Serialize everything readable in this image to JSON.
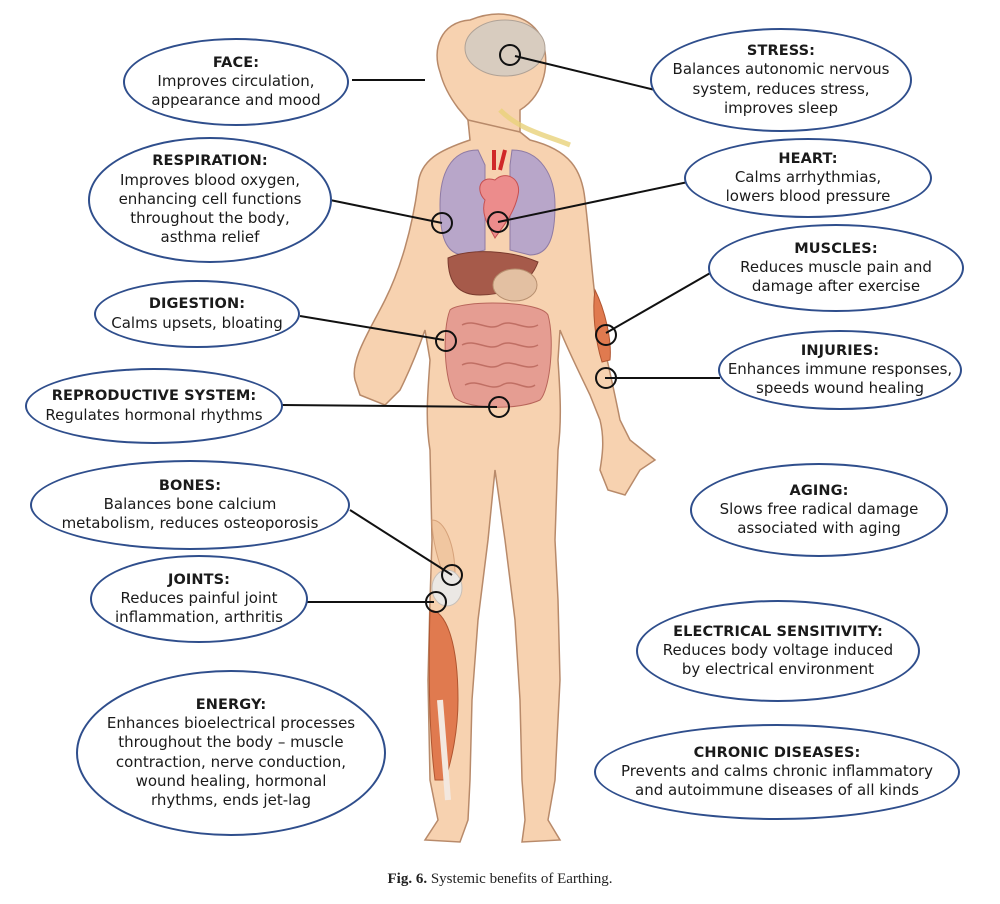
{
  "callouts": {
    "face": {
      "title": "FACE:",
      "text": "Improves circulation,\nappearance and mood"
    },
    "stress": {
      "title": "STRESS:",
      "text": "Balances autonomic nervous\nsystem, reduces stress,\nimproves sleep"
    },
    "respiration": {
      "title": "RESPIRATION:",
      "text": "Improves blood oxygen,\nenhancing cell functions\nthroughout the body,\nasthma relief"
    },
    "heart": {
      "title": "HEART:",
      "text": "Calms arrhythmias,\nlowers blood pressure"
    },
    "muscles": {
      "title": "MUSCLES:",
      "text": "Reduces muscle pain and\ndamage after exercise"
    },
    "digestion": {
      "title": "DIGESTION:",
      "text": "Calms upsets, bloating"
    },
    "injuries": {
      "title": "INJURIES:",
      "text": "Enhances immune responses,\nspeeds wound healing"
    },
    "reproductive": {
      "title": "REPRODUCTIVE SYSTEM:",
      "text": "Regulates hormonal rhythms"
    },
    "bones": {
      "title": "BONES:",
      "text": "Balances bone calcium\nmetabolism, reduces osteoporosis"
    },
    "aging": {
      "title": "AGING:",
      "text": "Slows free radical damage\nassociated with aging"
    },
    "joints": {
      "title": "JOINTS:",
      "text": "Reduces painful joint\ninflammation, arthritis"
    },
    "electrical": {
      "title": "ELECTRICAL SENSITIVITY:",
      "text": "Reduces body voltage induced\nby electrical environment"
    },
    "energy": {
      "title": "ENERGY:",
      "text": "Enhances bioelectrical processes\nthroughout the body – muscle\ncontraction, nerve conduction,\nwound healing, hormonal\nrhythms, ends jet-lag"
    },
    "chronic": {
      "title": "CHRONIC DISEASES:",
      "text": "Prevents and calms chronic inflammatory\nand autoimmune diseases of all kinds"
    }
  },
  "caption": {
    "label": "Fig. 6.",
    "text": "Systemic benefits of Earthing."
  },
  "colors": {
    "outline": "#2f4e8c",
    "skin": "#f7d2b0",
    "skin_edge": "#b88a6a",
    "lung": "#b8a6c9",
    "muscle": "#e07a4f",
    "leader": "#111111"
  }
}
